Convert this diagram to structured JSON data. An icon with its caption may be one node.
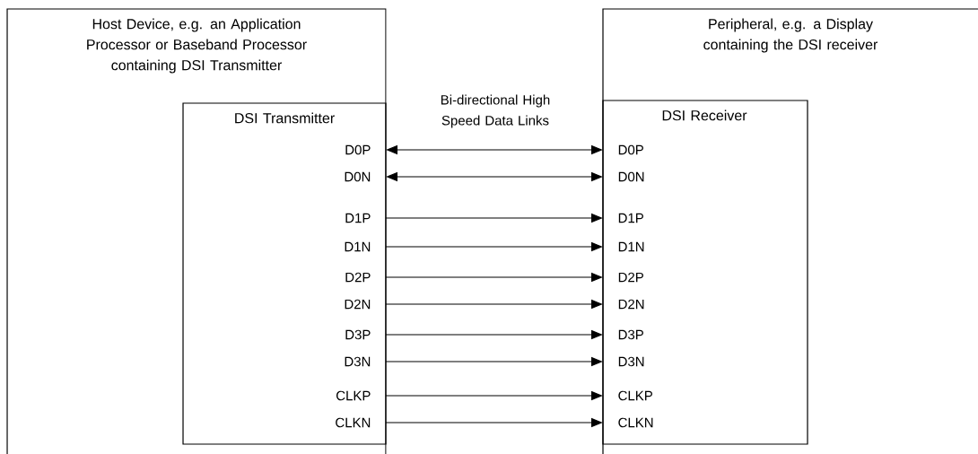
{
  "diagram": {
    "nodes": [
      {
        "text": [
          "Host Device, e.g. an Application Processor or Baseband Processor containing DSI Transmitter"
        ]
      },
      {
        "text": [
          "DSI Transmitter"
        ],
        "in": 0
      },
      {
        "text": [
          "Peripheral, e.g. a Display containing the DSI receiver"
        ]
      },
      {
        "text": [
          "DSI Receiver"
        ],
        "in": 2
      },
      {
        "text": [
          "D0P"
        ],
        "in": 1
      },
      {
        "text": [
          "D0N"
        ],
        "in": 1
      },
      {
        "text": [
          "D1P"
        ],
        "in": 1
      },
      {
        "text": [
          "D1N"
        ],
        "in": 1
      },
      {
        "text": [
          "D2P"
        ],
        "in": 1
      },
      {
        "text": [
          "D2N"
        ],
        "in": 1
      },
      {
        "text": [
          "D3P"
        ],
        "in": 1
      },
      {
        "text": [
          "D3N"
        ],
        "in": 1
      },
      {
        "text": [
          "CLKP"
        ],
        "in": 1
      },
      {
        "text": [
          "CLKN"
        ],
        "in": 1
      },
      {
        "text": [
          "D0P"
        ],
        "in": 3
      },
      {
        "text": [
          "D0N"
        ],
        "in": 3
      },
      {
        "text": [
          "D1P"
        ],
        "in": 3
      },
      {
        "text": [
          "D1N"
        ],
        "in": 3
      },
      {
        "text": [
          "D2P"
        ],
        "in": 3
      },
      {
        "text": [
          "D2N"
        ],
        "in": 3
      },
      {
        "text": [
          "D3P"
        ],
        "in": 3
      },
      {
        "text": [
          "D3N"
        ],
        "in": 3
      },
      {
        "text": [
          "CLKP"
        ],
        "in": 3
      },
      {
        "text": [
          "CLKN"
        ],
        "in": 3
      }
    ],
    "edges": [
      {
        "from": 4,
        "to": 14,
        "arrow": "both"
      },
      {
        "from": 5,
        "to": 15,
        "arrow": "both"
      },
      {
        "from": 6,
        "to": 16,
        "arrow": "to"
      },
      {
        "from": 7,
        "to": 17,
        "arrow": "to"
      },
      {
        "from": 8,
        "to": 18,
        "arrow": "to"
      },
      {
        "from": 9,
        "to": 19,
        "arrow": "to"
      },
      {
        "from": 10,
        "to": 20,
        "arrow": "to"
      },
      {
        "from": 11,
        "to": 21,
        "arrow": "to"
      },
      {
        "from": 12,
        "to": 22,
        "arrow": "to"
      },
      {
        "from": 13,
        "to": 23,
        "arrow": "to"
      }
    ],
    "labels": [
      "Bi-directional High Speed Data Links"
    ]
  }
}
